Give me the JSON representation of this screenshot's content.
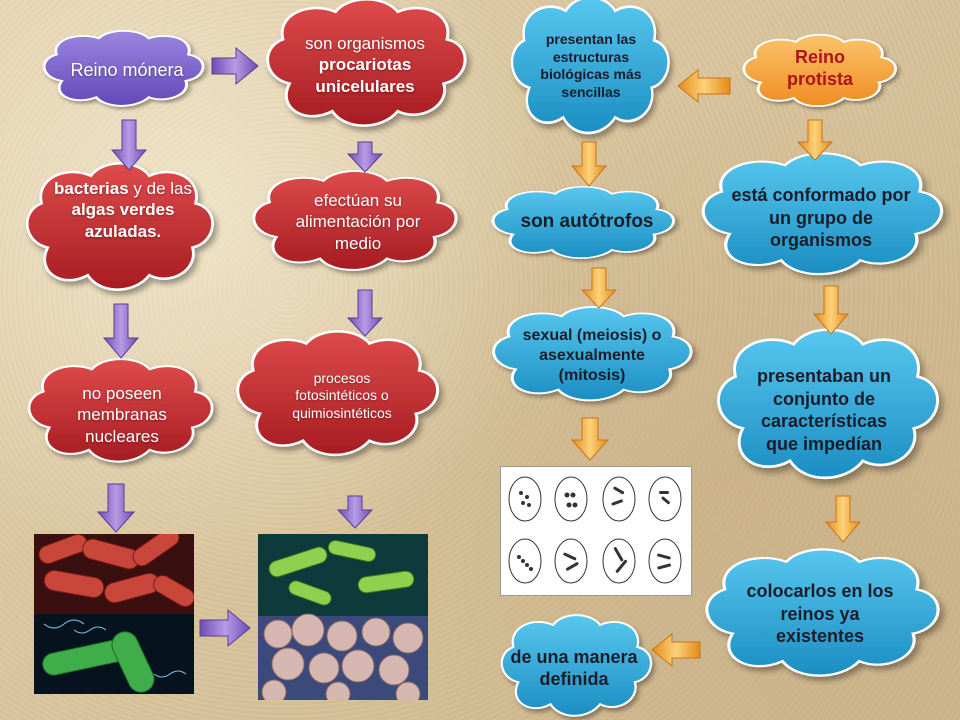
{
  "colors": {
    "red_bubble": "#c1272d",
    "purple_bubble": "#7b62c9",
    "blue_bubble": "#2aa7d6",
    "orange_bubble": "#f4a23b",
    "purple_arrow": "#8a5fc4",
    "orange_arrow": "#f09a2c"
  },
  "nodes": {
    "reino_monera": "Reino mónera",
    "procariotas_pre": "son organismos",
    "procariotas_bold": "procariotas unicelulares",
    "bacterias_b1": "bacterias",
    "bacterias_t1": " y de las ",
    "bacterias_b2": "algas verdes azuladas.",
    "alimentacion": "efectúan su alimentación por medio",
    "procesos": "procesos fotosintéticos o quimiosintéticos",
    "membranas": "no poseen membranas nucleares",
    "reino_protista": "Reino protista",
    "estructuras": "presentan las estructuras biológicas más sencillas",
    "autotrofos": "son autótrofos",
    "reproduccion": "sexual (meiosis) o asexualmente (mitosis)",
    "conformado": "está conformado por un grupo de organismos",
    "caracteristicas": "presentaban un conjunto de características que impedían",
    "colocarlos": "colocarlos en los reinos ya existentes",
    "definida": "de una manera definida"
  }
}
